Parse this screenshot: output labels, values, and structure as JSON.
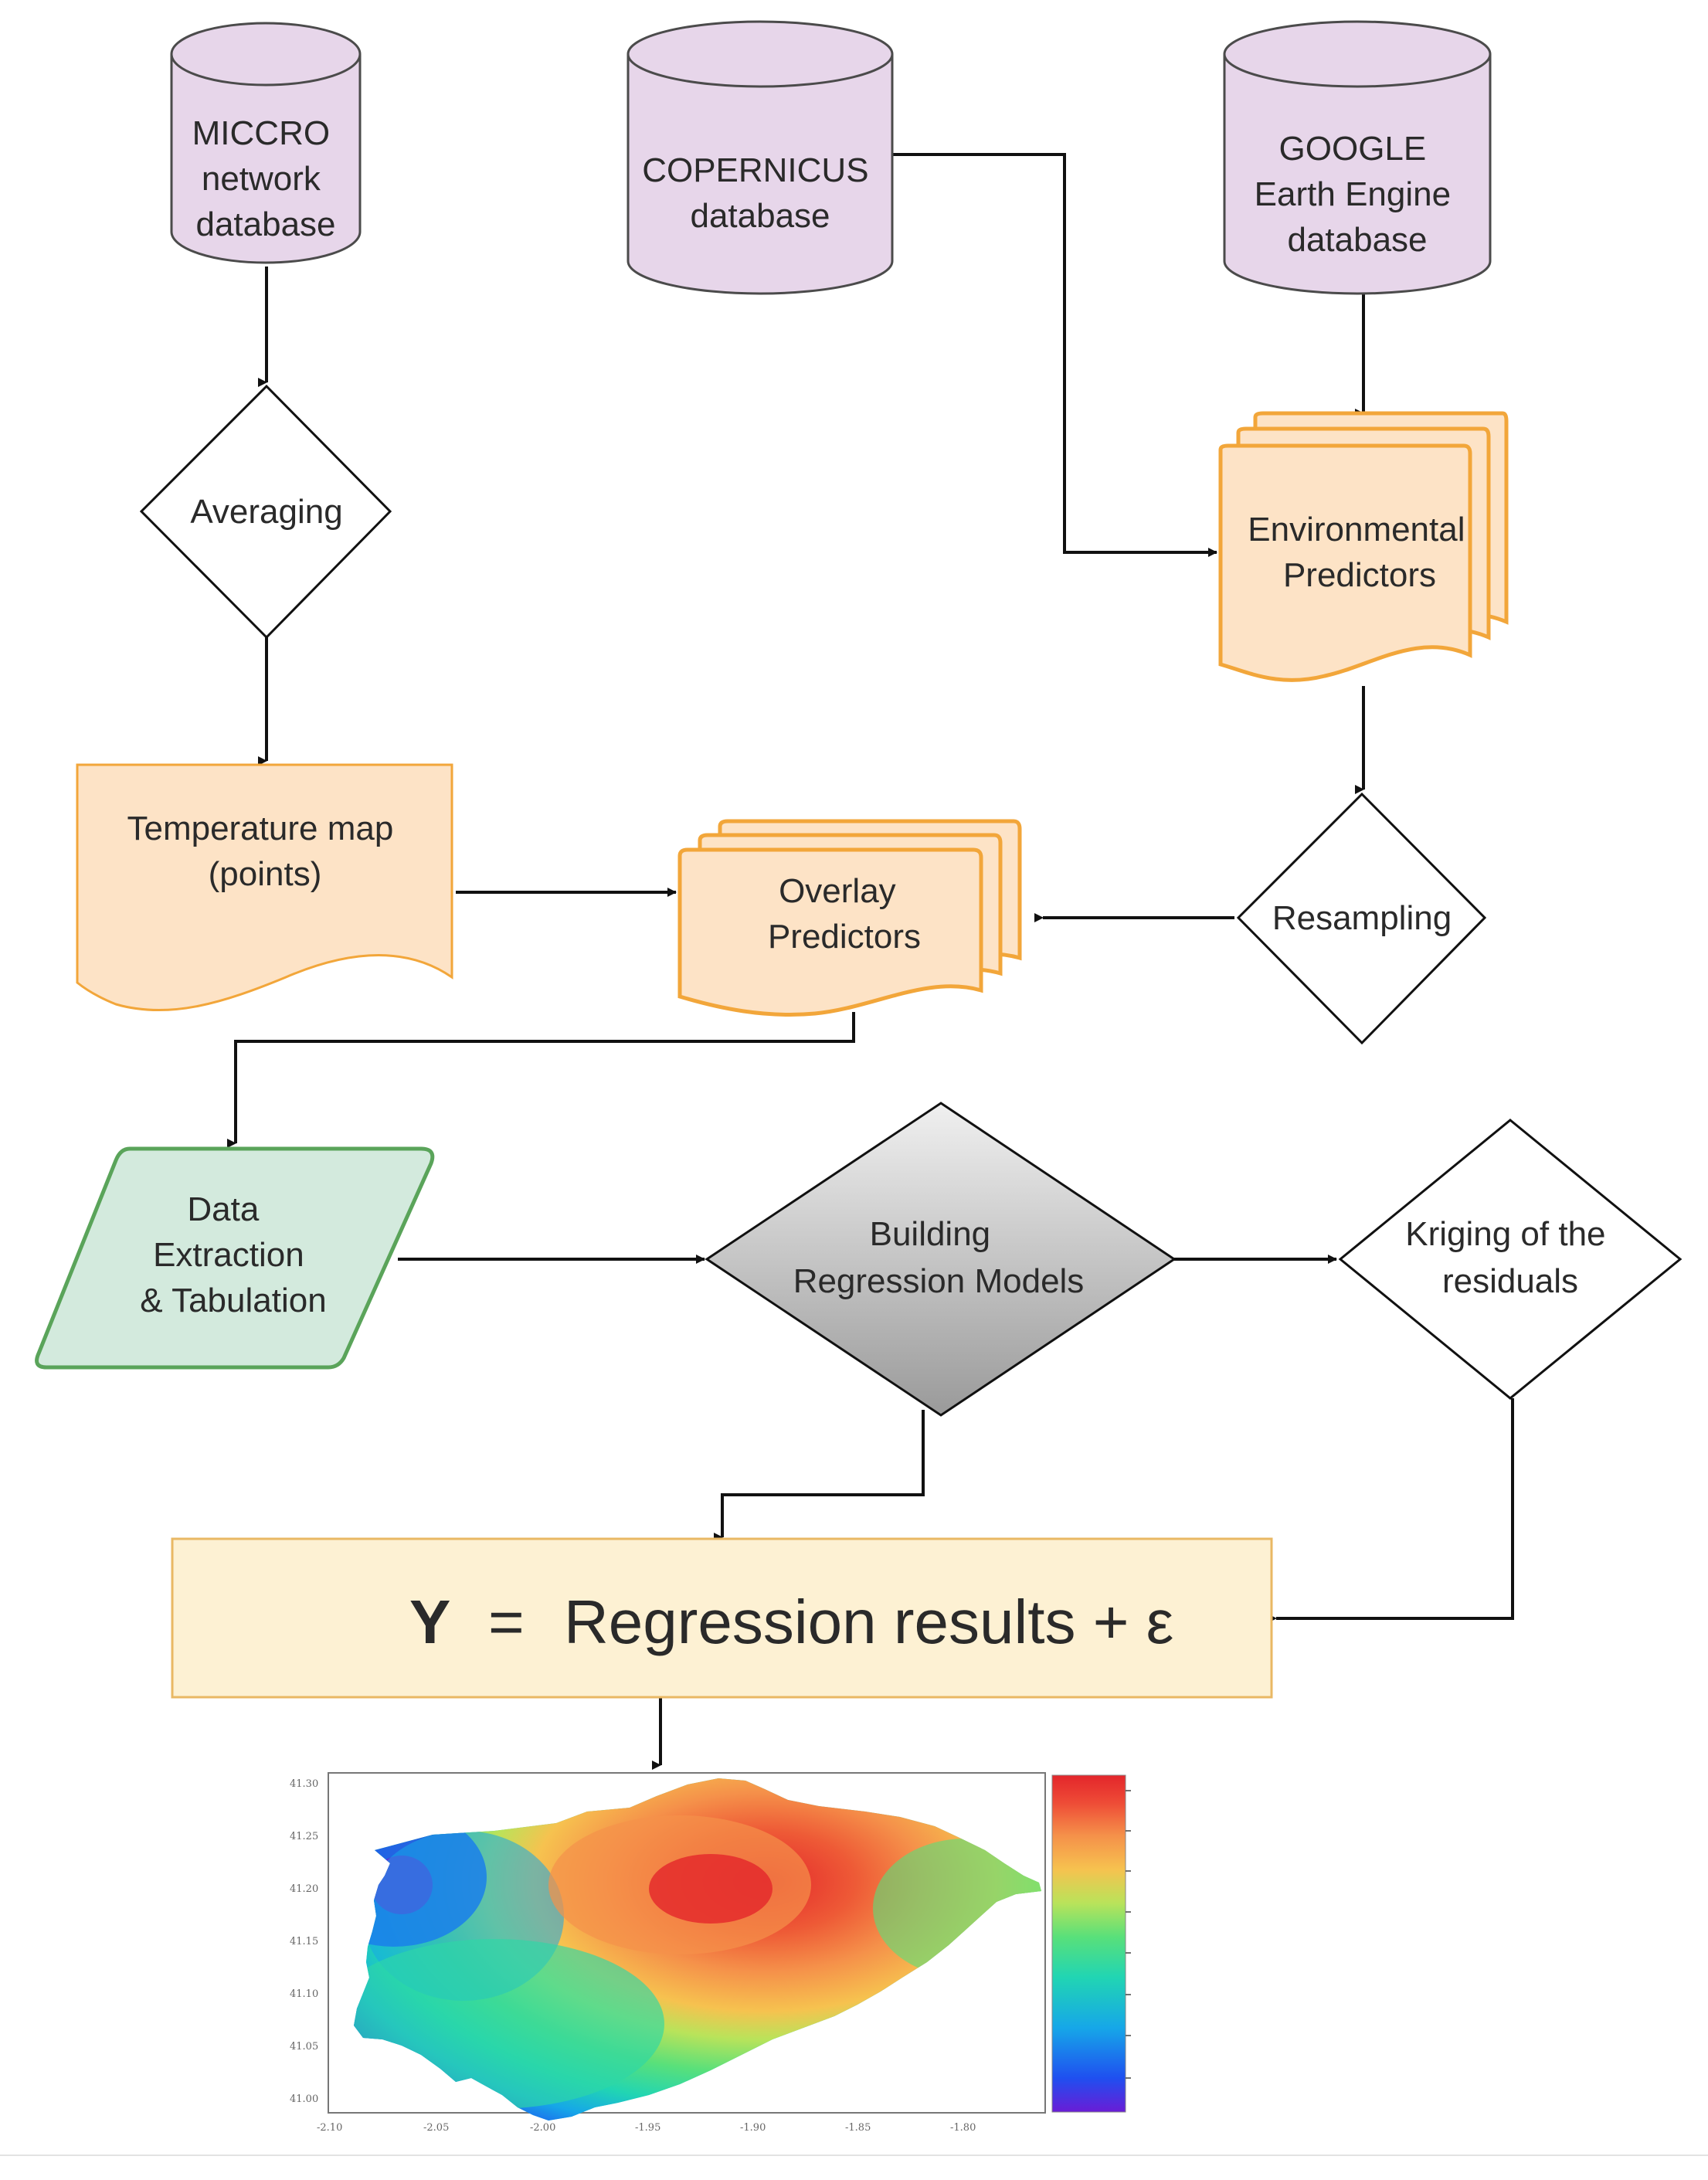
{
  "colors": {
    "database_fill": "#e7d6ea",
    "database_stroke": "#4b4b4b",
    "document_fill": "#fde3c6",
    "document_stroke": "#f2a63a",
    "data_fill": "#d3eadd",
    "data_stroke": "#5aa45a",
    "process_fill": "#ffffff",
    "regression_fill_top": "#ececec",
    "regression_fill_bottom": "#9b9b9b",
    "result_fill": "#fdf1d3",
    "result_stroke": "#e9b864",
    "arrow": "#111111"
  },
  "nodes": {
    "miccro": {
      "lines": [
        "MICCRO",
        "network",
        "database"
      ],
      "shape": "database"
    },
    "copernicus": {
      "lines": [
        "COPERNICUS",
        "database"
      ],
      "shape": "database"
    },
    "google": {
      "lines": [
        "GOOGLE",
        "Earth Engine",
        "database"
      ],
      "shape": "database"
    },
    "averaging": {
      "lines": [
        "Averaging"
      ],
      "shape": "decision"
    },
    "environmental": {
      "lines": [
        "Environmental",
        "Predictors"
      ],
      "shape": "multi-document"
    },
    "temperature_map": {
      "lines": [
        "Temperature map",
        "(points)"
      ],
      "shape": "document"
    },
    "overlay": {
      "lines": [
        "Overlay",
        "Predictors"
      ],
      "shape": "multi-document"
    },
    "resampling": {
      "lines": [
        "Resampling"
      ],
      "shape": "decision"
    },
    "data_extraction": {
      "lines": [
        "Data",
        "Extraction",
        "& Tabulation"
      ],
      "shape": "data"
    },
    "building_regression": {
      "lines": [
        "Building",
        "Regression Models"
      ],
      "shape": "decision"
    },
    "kriging": {
      "lines": [
        "Kriging of the",
        "residuals"
      ],
      "shape": "decision"
    }
  },
  "equation": {
    "y": "Y",
    "equals": "=",
    "rhs": "Regression results + ε"
  },
  "map": {
    "y_ticks": [
      "41.30",
      "41.25",
      "41.20",
      "41.15",
      "41.10",
      "41.05",
      "41.00"
    ],
    "x_ticks": [
      "-2.10",
      "-2.05",
      "-2.00",
      "-1.95",
      "-1.90",
      "-1.85",
      "-1.80"
    ],
    "colormap": [
      "#6a1cd6",
      "#1f4ff0",
      "#16a7e8",
      "#21d5b3",
      "#59e07a",
      "#b9e35a",
      "#f6c24f",
      "#f5914a",
      "#ee4a36",
      "#e3262b"
    ]
  }
}
